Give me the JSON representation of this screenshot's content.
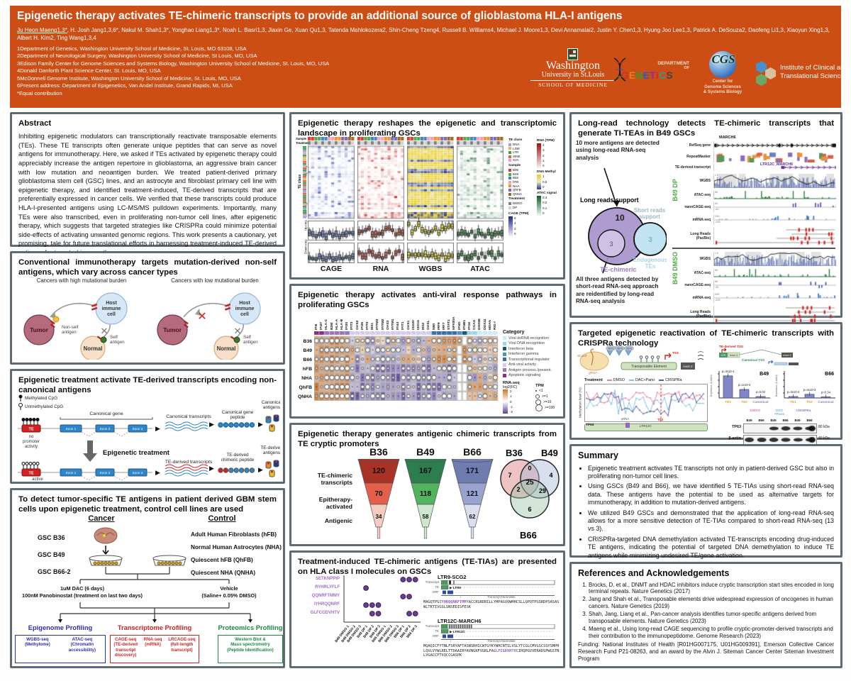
{
  "palette": {
    "header_bg": "#cc4e14",
    "panel_border": "#5f6a72",
    "sample_colors": [
      "#e0362c",
      "#4fa848",
      "#3e84cc",
      "#f2a0ba",
      "#f78d2b",
      "#7e68b8",
      "#a3641e"
    ],
    "te_class_colors": [
      "#93a8d8",
      "#f2b16a",
      "#3f9e4d",
      "#e06050",
      "#e8a0c8"
    ],
    "treatment_colors": [
      "#808080",
      "#d2d2d2"
    ],
    "assay_colors": {
      "CAGE": "#3c4ca8",
      "RNA": "#c83c32",
      "WGBS": "#e8cc20",
      "ATAC": "#2e7a40"
    },
    "funnel_shades": {
      "B36": [
        "#a93226",
        "#e2604a",
        "#f5cdc0"
      ],
      "B49": [
        "#2e7d4f",
        "#52b45f",
        "#cde8cc"
      ],
      "B66": [
        "#6f7cb0",
        "#98a3cf",
        "#dadef0"
      ]
    },
    "crispra_lines": [
      "#e87da0",
      "#85c1e5",
      "#5560a8"
    ]
  },
  "header": {
    "title": "Epigenetic therapy activates TE-chimeric transcripts to provide an additional source of glioblastoma HLA-I antigens",
    "author_first": "Ju Heon Maeng1,3*",
    "authors_rest": ", H. Josh Jang1,3,6*, Nakul M. Shah1,3*, Yonghao Liang1,3*, Noah L. Basri1,3, Jiaxin Ge, Xuan Qu1,3, Tatenda Mahlokozera2, Shin-Cheng Tzeng4, Russell B. Williams4, Michael J. Moore1,3, Devi Annamalai2, Justin Y. Chen1,3, Hyung Joo Lee1,3, Patrick A. DeSouza2, Daofeng Li1,3, Xiaoyun Xing1,3,",
    "authors_line2": "Albert H. Kim2, Ting Wang1,3,4",
    "affiliations": [
      "1Department of Genetics, Washington University School of Medicine, St. Louis, MO 63108, USA",
      "2Department of Neurological Surgery, Washington University School of Medicine, St Louis, MO, USA",
      "3Edison Family Center for Genome Sciences and Systems Biology, Washington University School of Medicine, St. Louis, MO, USA",
      "4Donald Danforth Plant Science Center, St. Louis, MO, USA",
      "5McDonnell Genome Institute, Washington University School of Medicine, St. Louis, MO, USA",
      "6Present address: Department of Epigenetics, Van Andel Institute, Grand Rapids, MI, USA",
      "*Equal contribution"
    ],
    "logos": {
      "washu": {
        "line1": "Washington",
        "line2": "University in St.Louis",
        "line3": "SCHOOL OF MEDICINE"
      },
      "genetics": {
        "dept": "DEPARTMENT",
        "of": "OF",
        "name": "GENETICS",
        "letter_colors": [
          "#d42a2a",
          "#e08020",
          "#28a038",
          "#2858d0",
          "#8828b8",
          "#d42a2a",
          "#20a0a0",
          "#444444"
        ]
      },
      "cgs": {
        "acronym": "CGS",
        "caption": [
          "Center for",
          "Genome Sciences",
          "& Systems Biology"
        ]
      },
      "icts": {
        "label": "Institute of Clinical and Translational Sciences"
      }
    }
  },
  "abstract": {
    "title": "Abstract",
    "body": "Inhibiting epigenetic modulators can transcriptionally reactivate transposable elements (TEs). These TE transcripts often generate unique peptides that can serve as novel antigens for immunotherapy. Here, we asked if TEs activated by epigenetic therapy could appreciably increase the antigen repertoire in glioblastoma, an aggressive brain cancer with low mutation and neoantigen burden. We treated patient-derived primary glioblastoma stem cell (GSC) lines, and an astrocyte and fibroblast primary cell line with epigenetic therapy, and identified treatment-induced, TE-derived transcripts that are preferentially expressed in cancer cells. We verified that these transcripts could produce HLA-I-presented antigens using LC-MS/MS pulldown experiments. Importantly, many TEs were also transcribed, even in proliferating non-tumor cell lines, after epigenetic therapy, which suggests that targeted strategies like CRISPRa could minimize potential side-effects of activating unwanted genomic regions. This work presents a cautionary, yet promising, tale for future translational efforts in harnessing treatment-induced TE-derived antigens for targeted immunotherapy."
  },
  "conventional": {
    "title": "Conventional immunotherapy targets mutation-derived non-self antigens, which vary across cancer types",
    "left_caption": "Cancers with high mutational burden",
    "right_caption": "Cancers with low mutational burden",
    "host_label": "Host\nimmune\ncell",
    "tumor_label": "Tumor",
    "normal_label": "Normal",
    "nonself_label": "Non-self\nantigen",
    "self_label": "Self\nantigen"
  },
  "te_mechanism": {
    "title": "Epigenetic treatment activate TE-derived transcripts encoding non-canonical antigens",
    "legend": [
      "Methylated CpG",
      "Unmethylated CpG"
    ],
    "canonical_gene": "Canonical gene",
    "te_box": "TE",
    "exons": [
      "Exon 1",
      "Exon 2",
      "Exon 3"
    ],
    "no_promoter": "no\npromoter\nactivity",
    "active_promoter": "active\ncryptic promoter",
    "treatment_arrow": "Epigenetic treatment",
    "canonical_transcripts": "Canonical transcripts",
    "canonical_peptide": "Canonical gene\npeptide",
    "canonical_antigens": "Canonical\nantigens",
    "te_transcripts": "TE-derived transcripts",
    "te_peptide": "TE-derived\nchimeric peptide",
    "te_antigens": "TE-derived\nantigens"
  },
  "study_design": {
    "title": "To detect tumor-specific TE antigens in patient derived GBM stem cells upon epigenetic treatment, control cell lines are used",
    "cancer_header": "Cancer",
    "control_header": "Control",
    "cancer_lines": [
      "GSC B36",
      "GSC B49",
      "GSC B66-2"
    ],
    "control_lines": [
      "Adult Human Fibroblasts (hFB)",
      "Normal Human Astrocytes (NHA)",
      "Quiescent hFB (QhFB)",
      "Quiescent NHA (QNHA)"
    ],
    "treatment_left": [
      "1uM DAC (6 days)",
      "100nM Panobinostat (treatment on last two days)"
    ],
    "treatment_right": [
      "Vehicle",
      "(Saline+ 0.05% DMSO)"
    ],
    "branches": [
      {
        "name": "Epigenome Profiling",
        "color": "#2d2db0",
        "items": [
          "WGBS-seq\n(Methylome)",
          "ATAC-seq\n(Chromatin\naccessibility)"
        ]
      },
      {
        "name": "Transcriptome Profiling",
        "color": "#d42020",
        "items": [
          "CAGE-seq\n(TE-derived\ntranscript\ndiscovery)",
          "RNA-seq\n(mRNA)",
          "LRCAGE-seq\n(full-length\ntranscript)"
        ]
      },
      {
        "name": "Proteomics Profiling",
        "color": "#1a8a40",
        "items": [
          "Western Blot &\nMass spectrometry\n(Peptide Identification)"
        ]
      }
    ]
  },
  "landscape": {
    "title": "Epigenetic therapy reshapes the epigenetic and transcriptomic landscape in proliferating GSCs",
    "assays": [
      "CAGE",
      "RNA",
      "WGBS",
      "ATAC"
    ],
    "side_labels": {
      "sample": "Sample",
      "treatment": "Treatment",
      "te_class": "TE class",
      "up": "Up-reg.",
      "down": "Down-reg."
    },
    "legend": {
      "te_class": {
        "title": "TE class",
        "items": [
          "DNA",
          "LINE",
          "LTR",
          "SINE",
          "SVA"
        ]
      },
      "sample": {
        "title": "Sample",
        "items": [
          "B36",
          "B49",
          "B66",
          "hFB",
          "NHA",
          "QhFB",
          "QNHA"
        ]
      },
      "treatment": {
        "title": "Treatment",
        "items": [
          "DMSO",
          "DP"
        ]
      },
      "cage": {
        "title": "CAGE (TPM)",
        "ticks": [
          "6",
          "4",
          "2",
          "0"
        ]
      },
      "rna": {
        "title": "RNA (TPM)",
        "ticks": [
          "4",
          "3",
          "2",
          "1",
          "0"
        ]
      },
      "methyl": {
        "title": "DNA Methyl",
        "ticks": [
          "1",
          "0.5",
          "0"
        ]
      },
      "atac": {
        "title": "ATAC signal",
        "ticks": [
          "0.3",
          "0.2",
          "0.1",
          "0"
        ]
      }
    }
  },
  "antiviral": {
    "title": "Epigenetic therapy activates anti-viral response pathways in proliferating GSCs",
    "genes": [
      "IFI6",
      "IFI27",
      "HLA-C",
      "B2M",
      "HLA-A",
      "HLA-B",
      "IFI30",
      "IFIT3",
      "OAS2",
      "IFI35",
      "IFIT2",
      "MX1",
      "IFITM3",
      "IFITM2",
      "OAS3",
      "IFITM1",
      "IFI44",
      "IFIT1",
      "OAS1",
      "ISG20",
      "ISG15",
      "MX2",
      "OASL",
      "NMI",
      "IRF9",
      "IRF7",
      "STAT1",
      "NFKBIA",
      "IFNG",
      "IFNB1",
      "IFI16",
      "CGAS",
      "DHX58",
      "DDX41",
      "MDA5",
      "RIG-I"
    ],
    "gene_cats": [
      7,
      7,
      6,
      6,
      6,
      6,
      6,
      5,
      5,
      5,
      5,
      5,
      5,
      5,
      5,
      5,
      5,
      5,
      5,
      5,
      5,
      5,
      5,
      4,
      4,
      4,
      4,
      4,
      3,
      2,
      1,
      1,
      0,
      0,
      0,
      0
    ],
    "rows": [
      "B36",
      "B49",
      "B66",
      "hFB",
      "NHA",
      "QhFB",
      "QNHA"
    ],
    "category_legend": {
      "title": "Category",
      "items": [
        {
          "label": "Viral dsRNA recognition",
          "color": "#cfeaf6"
        },
        {
          "label": "Viral DNA recognition",
          "color": "#9fd3e8"
        },
        {
          "label": "Interferon beta",
          "color": "#16586e"
        },
        {
          "label": "Interferon gamma",
          "color": "#4f93bb"
        },
        {
          "label": "Transcriptional regulator",
          "color": "#3a6ea8"
        },
        {
          "label": "Anti-viral activity",
          "color": "#d5cde8"
        },
        {
          "label": "Antigen process./present.",
          "color": "#9577b5"
        },
        {
          "label": "Apoptotic signaling",
          "color": "#8c2f7a"
        }
      ]
    },
    "scale": {
      "t1": "RNA-seq",
      "t2": "log2(FC)",
      "ticks": [
        "2",
        "1",
        "0",
        "-1",
        "-2"
      ]
    },
    "tpm": {
      "title": "TPM",
      "items": [
        "<1",
        ">=1",
        ">=10",
        ">=100"
      ]
    }
  },
  "funnels": {
    "title": "Epigenetic therapy generates antigenic chimeric transcripts from TE cryptic promoters",
    "row_labels": [
      "TE-chimeric transcripts",
      "Epitherapy-activated",
      "Antigenic"
    ],
    "chart_data": {
      "type": "funnel",
      "categories": [
        "B36",
        "B49",
        "B66"
      ],
      "series": [
        {
          "name": "TE-chimeric transcripts",
          "values": [
            120,
            167,
            171
          ]
        },
        {
          "name": "Epitherapy-activated",
          "values": [
            70,
            118,
            121
          ]
        },
        {
          "name": "Antigenic",
          "values": [
            34,
            58,
            62
          ]
        }
      ],
      "venn": {
        "labels": [
          "B36",
          "B49",
          "B66"
        ],
        "b36": 7,
        "b36_b49": 0,
        "b49": 4,
        "b36_b66": 2,
        "center": 25,
        "b49_b66": 29,
        "b66": 6
      }
    }
  },
  "tetias": {
    "title": "Treatment-induced TE-chimeric antigens (TE-TIAs) are presented on HLA class I molecules on GSCs",
    "peptides": [
      "SETKNPPIP",
      "RYHRLYFLF",
      "QQNRFTMMY",
      "IYHRQQNRF",
      "GLFCGDVHTV"
    ],
    "samples": [
      "B49 DMSO 1",
      "B49 DMSO 2",
      "B49 DMSO 3",
      "B49 DP 1",
      "B49 DP 2",
      "B49 DP 3",
      "B66 DMSO 1",
      "B66 DMSO 2",
      "B66 DMSO 3",
      "B66 DP 1",
      "B66 DP 2",
      "B66 DP 3"
    ],
    "dots": [
      [
        9,
        10,
        11
      ],
      [
        3
      ],
      [
        9,
        10
      ],
      [
        3,
        4,
        5
      ],
      [
        4,
        5,
        10,
        11
      ]
    ],
    "transcripts": [
      {
        "name": "LTR9-SCG2",
        "te_label": "LTR9",
        "rows": [
          "Transcript",
          "TE",
          "ORF"
        ],
        "axis": "Transcript Nucleotide",
        "seq_pre": "MAGQTPG",
        "seq_hl": "IYHRQQNRFTMMY",
        "seq_post": "ACCKGRDRILLYHPAGVQWHHCSLLQPQTPGSRDPSASASWLTRTIVGSLSNSEDISFESK",
        "striped": false
      },
      {
        "name": "LTR12C-MARCH6",
        "te_label": "LTR12C",
        "rows": [
          "Transcript",
          "TE",
          "ORF"
        ],
        "axis": "Transcript Nucleotide",
        "seq_pre": "MQAQICFYTNLFSRYAFTASNSRHICWTGYKYWHCNTILVSLYTCGLCMVGSCSSYSMPHLQVLVYWLRELTTDAAIRYAVNGKFVGRLFA",
        "seq_hl": "GLFCGDVHTV",
        "seq_post": "CIHQPGVVERADSPWGSTNLVGACCPTVQCCGASPK",
        "striped": true
      }
    ]
  },
  "longread": {
    "title": "Long-read technology detects TE-chimeric transcripts that generate TI-TEAs in B49 GSCs",
    "note_top": "10 more antigens are detected using long-read RNA-seq analysis",
    "note_bottom": "All three antigens detected by short-read RNA-seq approach are reidentified by long-read RNA-seq analysis",
    "venn": {
      "long_label": "Long reads support",
      "short_label": "Short reads\nsupport",
      "long_value": "10",
      "inner_value": "3",
      "short_value": "3",
      "te_chimeric": "TE-chimeric",
      "endogenous": "Endogenous\nTEs"
    },
    "gene": "MARCH6",
    "te_transcript": "LTR12C_MARCH6",
    "top_tracks": [
      "RefSeq gene",
      "RepeatMasker",
      "TE-derived transcript"
    ],
    "group_tracks": [
      {
        "label": "WGBS",
        "axis": [
          "1.0",
          "0.0"
        ],
        "type": "wgbs",
        "h": 20
      },
      {
        "label": "ATAC-seq",
        "axis": [
          "60"
        ],
        "type": "atac",
        "h": 12
      },
      {
        "label": "nanoCAGE-seq",
        "axis": [
          "60",
          "-60"
        ],
        "type": "cage",
        "h": 14
      },
      {
        "label": "mRNA-seq",
        "axis": [
          "200",
          "-200"
        ],
        "type": "mrna",
        "h": 14
      },
      {
        "label": "Long Reads\n(PacBio)",
        "axis": [],
        "type": "long",
        "h": 24
      }
    ],
    "groups": [
      "B49 DP",
      "B49 DMSO"
    ]
  },
  "crispra": {
    "title": "Targeted epigenetic reactivation of TE-chimeric transcripts with CRISPRa technology",
    "diagram": {
      "dcas9": "dCas9",
      "suntag": "SunTag",
      "grna": "gRNA",
      "tet1": "TET1",
      "tss": "TSS",
      "te_box": "Transposable Element",
      "exon2": "exon 2",
      "polya": "AAAAAA"
    },
    "treatment_legend": {
      "title": "Treatment",
      "items": [
        "DMSO",
        "DAC+Pano",
        "CRISPRa"
      ]
    },
    "methyl_plot": {
      "ylabel": "Methylation level (%)",
      "gene": "TP63",
      "grna": "gRNA",
      "ltr": "LTR12C",
      "tss": "TSS"
    },
    "tss_diagram": {
      "te_tss": "TE-derived TSS",
      "canonical_tss": "Canonical TSS",
      "ltr": "LTR",
      "exon1": "exon 1",
      "exon2": "exon 2"
    },
    "bars": {
      "ylabel": "Expression (2-ΔΔCt)",
      "categories": [
        "TE1",
        "TE2",
        "Canonical"
      ],
      "chart_data": {
        "type": "bar",
        "groups": [
          {
            "name": "B49",
            "values": [
              0.78,
              0.3,
              0.05
            ],
            "p": [
              "p=3x10-4",
              "p=1x10-3",
              "p=0.02"
            ]
          },
          {
            "name": "B66",
            "values": [
              0.05,
              0.13,
              0.04
            ],
            "p": [
              "p=3x10-4",
              "p=4x10-3",
              "p=0.34"
            ]
          }
        ]
      }
    },
    "blot": {
      "conditions": [
        "DMSO",
        "DAC\n+Pano",
        "CRISPRa"
      ],
      "lanes": [
        "B49",
        "B66",
        "B49",
        "B66",
        "B49",
        "B66"
      ],
      "rows": [
        {
          "label": "TP63",
          "kda": "80 kDa"
        },
        {
          "label": "β-actin",
          "kda": "40 kDa"
        }
      ]
    }
  },
  "summary": {
    "title": "Summary",
    "bullets": [
      "Epigenetic treatment activates TE transcripts not only in patient-derived GSC but also in proliferating non-tumor cell lines.",
      "Using GSCs (B49 and B66), we have identified 5 TE-TIAs using short-read RNA-seq data. These antigens have the potential to be used as alternative targets for immunotherapy, in addition to mutation-derived antigens.",
      "We utilized B49 GSCs and demonstrated that the application of long-read RNA-seq allows for a more sensitive detection of TE-TIAs compared to short-read RNA-seq (13 vs 3).",
      "CRISPRa-targeted DNA demethylation activated TE-transcripts encoding drug-induced TE antigens, indicating the potential of targeted DNA demethylation to induce TE antigens while minimizing undesired TE/gene activation."
    ]
  },
  "references": {
    "title": "References and Acknowledgements",
    "items": [
      "Brocks, D. et al., DNMT and HDAC inhibitors induce cryptic transcription start sites encoded in long terminal repeats. Nature Genetics (2017)",
      "Jang and Shah et al., Transposable elements drive widespread expression of oncogenes in human cancers. Nature Genetics (2019)",
      "Shah, Jang, Liang et al., Pan-cancer analysis identifies tumor-specific antigens derived from transposable elements. Nature Genetics (2023)",
      "Maeng et al., Using long-read CAGE sequencing to profile cryptic-promoter-derived transcripts and their contribution to the immunopeptidome. Genome Research (2023)"
    ],
    "funding": "Funding: National Institutes of Health [R01HG007175, U01HG009391], Emerson Collective Cancer Research Fund P21-08263, and an award by the Alvin J. Siteman Cancer Center Siteman Investment Program"
  }
}
